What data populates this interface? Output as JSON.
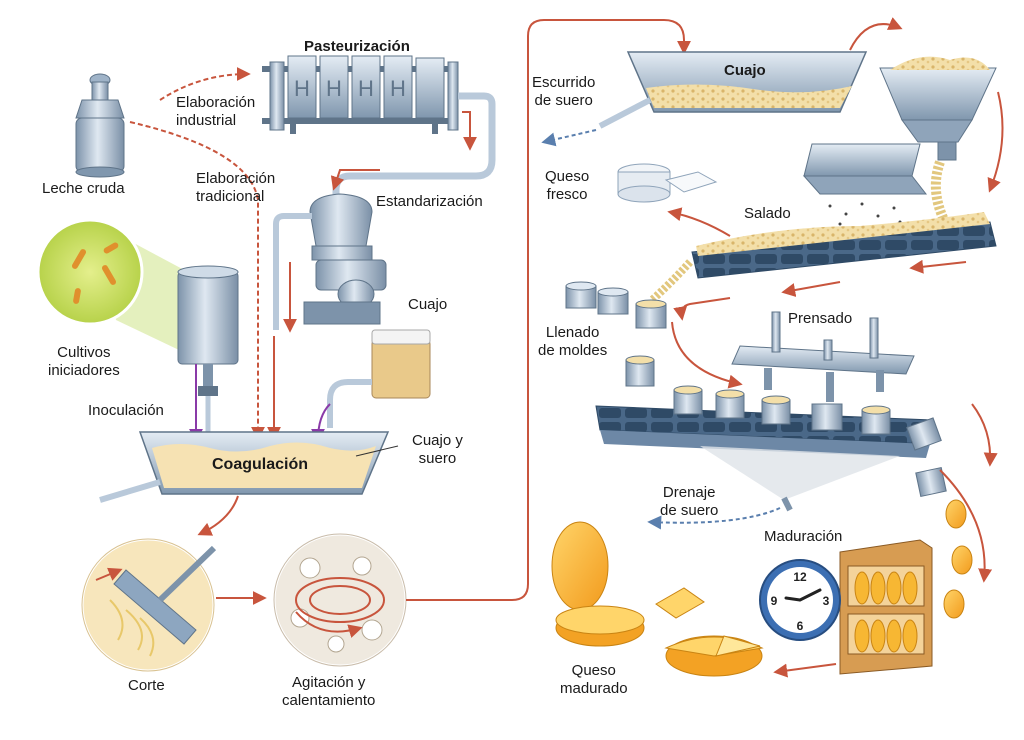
{
  "labels": {
    "pasteurizacion": "Pasteurización",
    "elaboracion_industrial": [
      "Elaboración",
      "industrial"
    ],
    "leche_cruda": "Leche cruda",
    "elaboracion_tradicional": [
      "Elaboración",
      "tradicional"
    ],
    "estandarizacion": "Estandarización",
    "cultivos_iniciadores": [
      "Cultivos",
      "iniciadores"
    ],
    "cuajo_left": "Cuajo",
    "inoculacion": "Inoculación",
    "coagulacion": "Coagulación",
    "cuajo_y_suero": [
      "Cuajo y",
      "suero"
    ],
    "corte": "Corte",
    "agitacion": [
      "Agitación y",
      "calentamiento"
    ],
    "cuajo_top": "Cuajo",
    "escurrido": [
      "Escurrido",
      "de suero"
    ],
    "queso_fresco": [
      "Queso",
      "fresco"
    ],
    "salado": "Salado",
    "llenado": [
      "Llenado",
      "de moldes"
    ],
    "prensado": "Prensado",
    "drenaje": [
      "Drenaje",
      "de suero"
    ],
    "maduracion": "Maduración",
    "queso_madurado": [
      "Queso",
      "madurado"
    ]
  },
  "clock": {
    "numerals": [
      "12",
      "3",
      "6",
      "9"
    ]
  },
  "colors": {
    "steel": "#9fb3c8",
    "steel_dark": "#5f7489",
    "curd": "#f3dfa9",
    "cheese": "#f7b733",
    "arrow_red": "#c8553d",
    "arrow_purple": "#8a3aa8",
    "arrow_blue": "#5a7fae",
    "culture_green": "#c4dc5a"
  }
}
